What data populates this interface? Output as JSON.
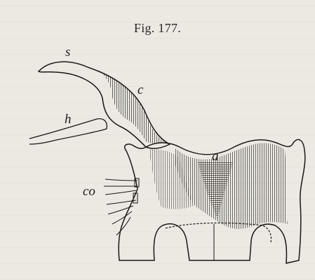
{
  "figure": {
    "caption": "Fig. 177.",
    "labels": {
      "s": "s",
      "c": "c",
      "h": "h",
      "a": "a",
      "co": "co"
    }
  }
}
